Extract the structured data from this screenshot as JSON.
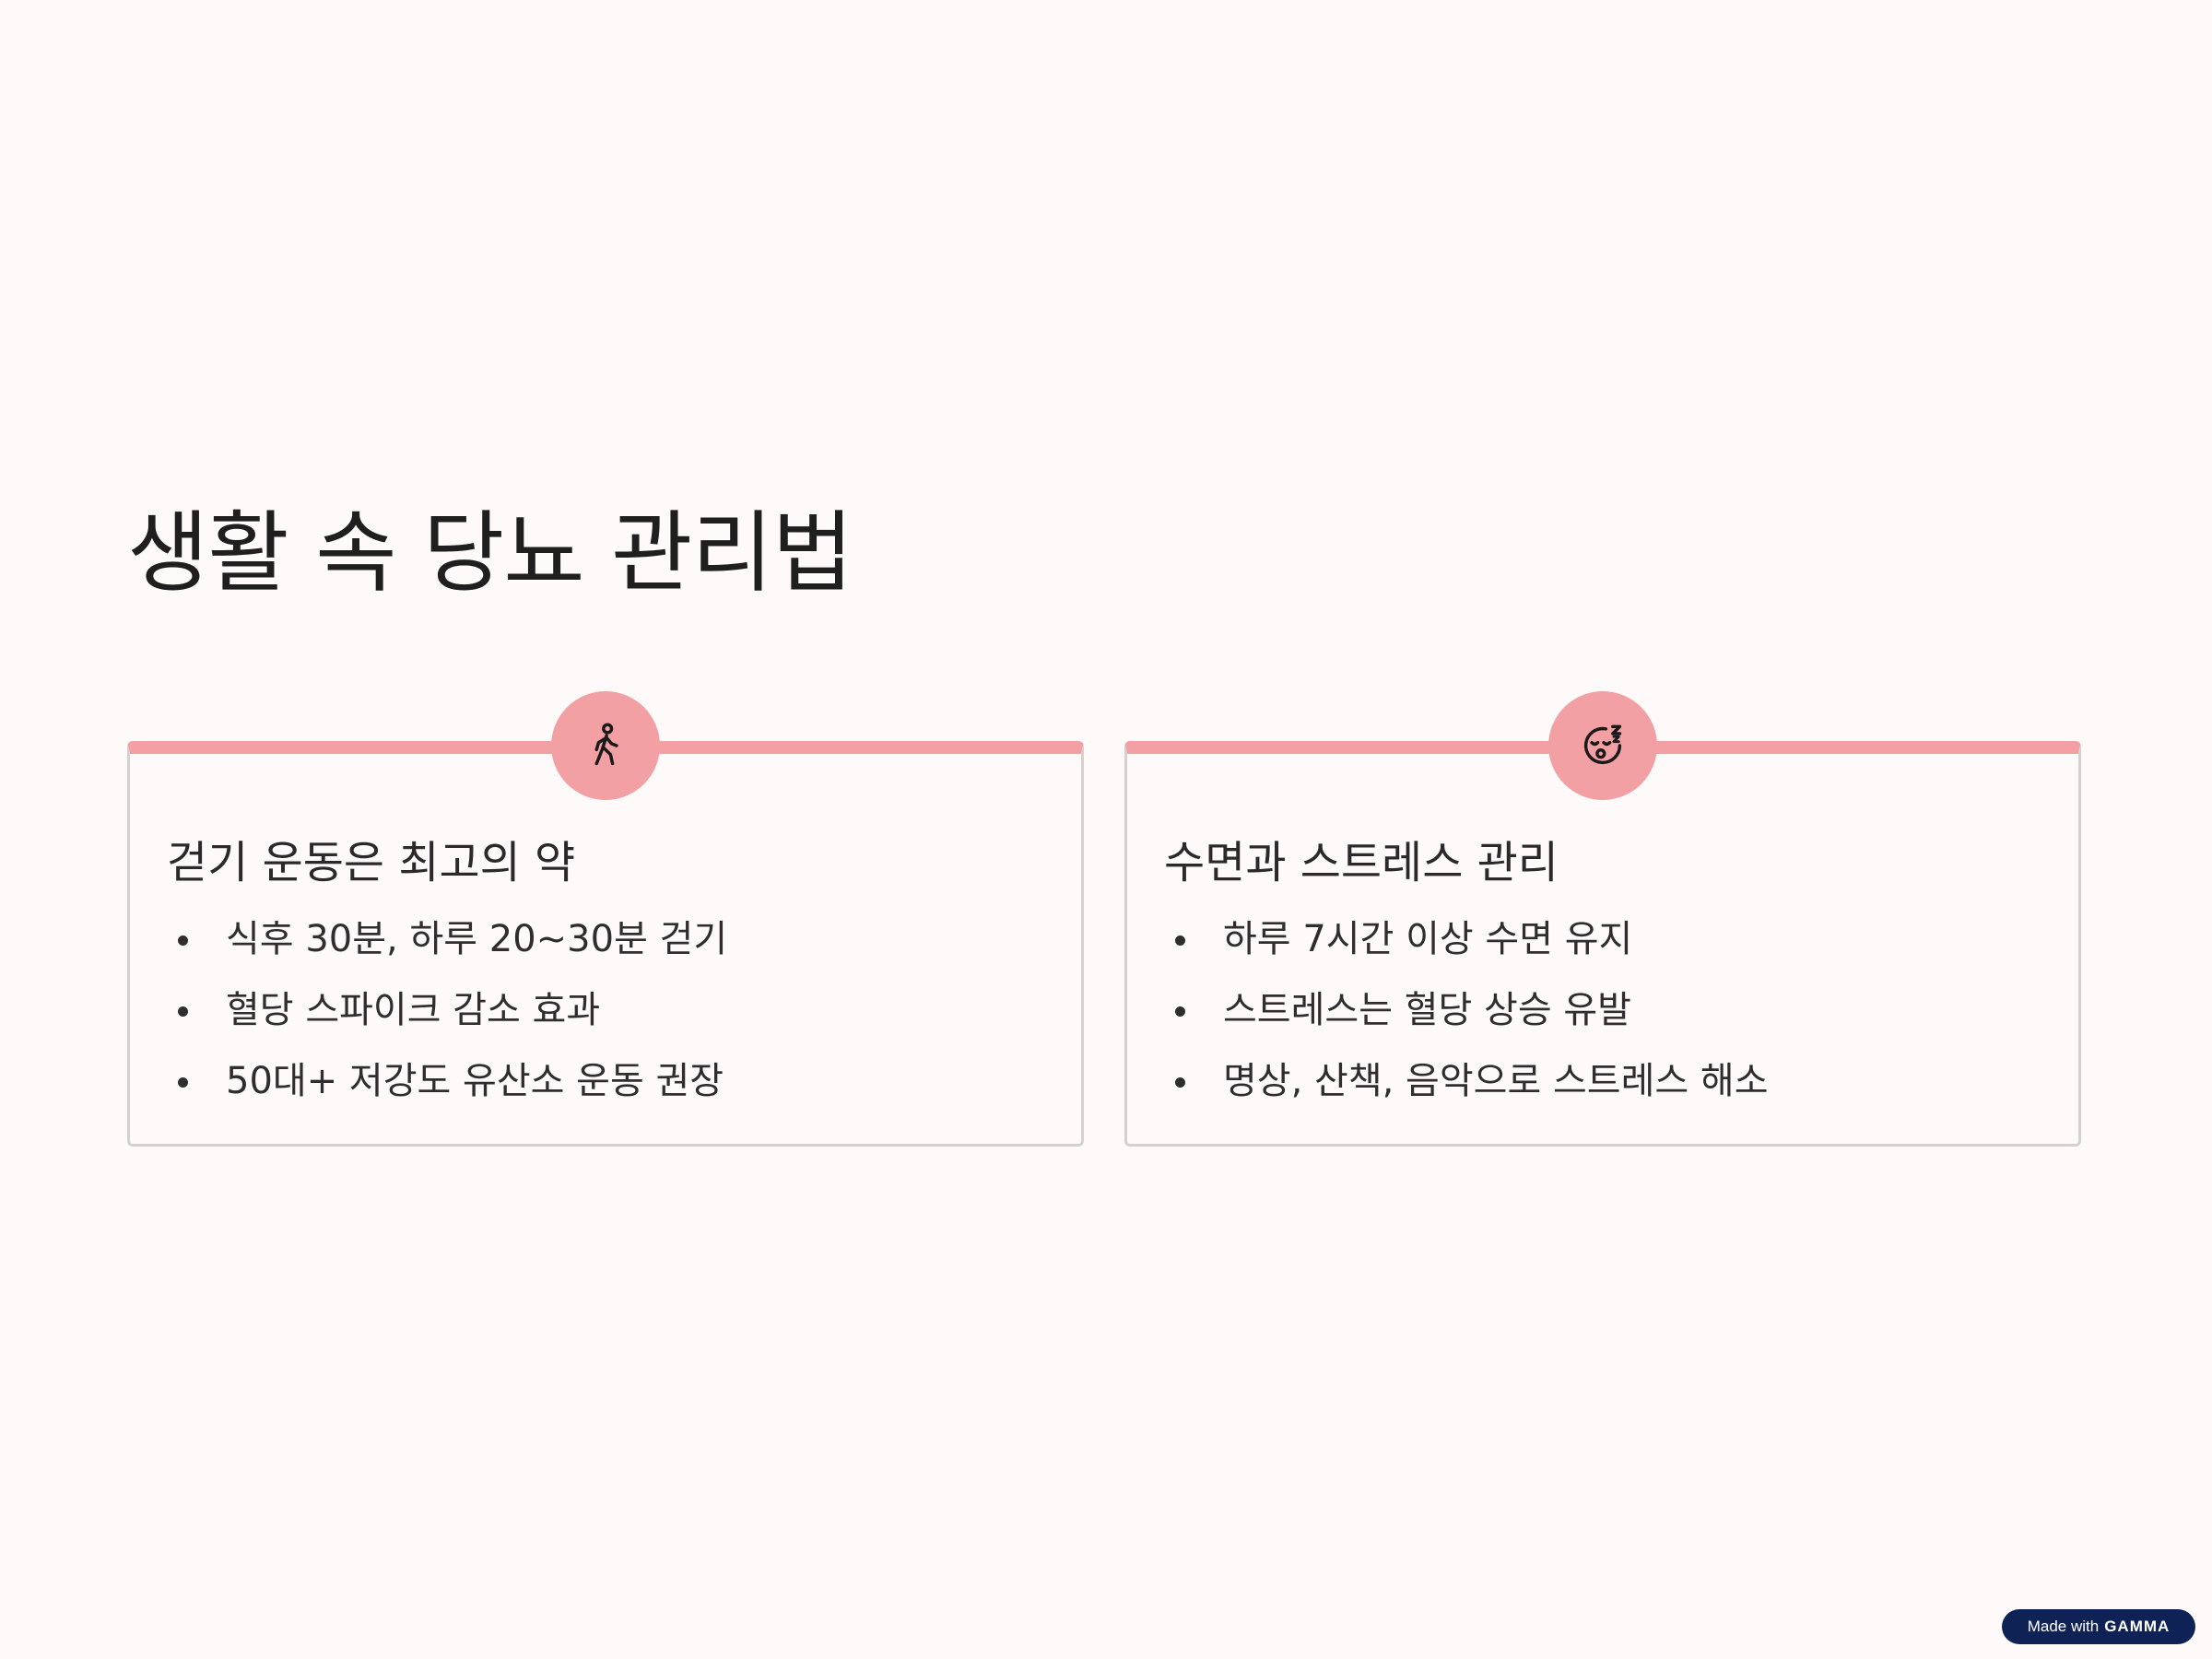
{
  "slide": {
    "title": "생활 속 당뇨 관리법"
  },
  "cards": [
    {
      "icon": "walking-person-icon",
      "title": "걷기 운동은 최고의 약",
      "bullets": [
        "식후 30분, 하루 20~30분 걷기",
        "혈당 스파이크 감소 효과",
        "50대+ 저강도 유산소 운동 권장"
      ]
    },
    {
      "icon": "sleeping-face-icon",
      "title": "수면과 스트레스 관리",
      "bullets": [
        "하루 7시간 이상 수면 유지",
        "스트레스는 혈당 상승 유발",
        "명상, 산책, 음악으로 스트레스 해소"
      ]
    }
  ],
  "badge": {
    "prefix": "Made with",
    "brand": "GAMMA"
  },
  "colors": {
    "background": "#fffafa",
    "accent": "#f2a0a3",
    "card_border": "#d6d0d0",
    "text": "#1f1f1f",
    "badge_bg": "#0f2255"
  }
}
